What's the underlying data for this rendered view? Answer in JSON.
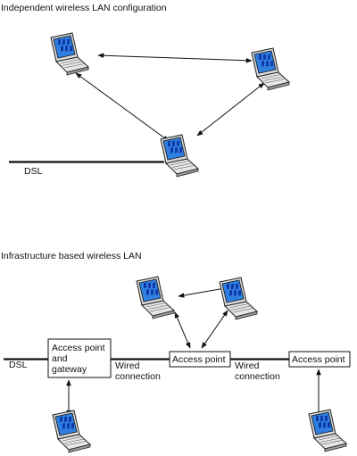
{
  "diagram_top": {
    "title": "Independent wireless LAN configuration",
    "dsl_label": "DSL"
  },
  "diagram_bottom": {
    "title": "Infrastructure based wireless LAN",
    "dsl_label": "DSL",
    "gateway_label_lines": [
      "Access point",
      "and",
      "gateway"
    ],
    "access_point_1": "Access point",
    "access_point_2": "Access point",
    "wired_1_lines": [
      "Wired",
      "connection"
    ],
    "wired_2_lines": [
      "Wired",
      "connection"
    ]
  },
  "icons": {
    "laptop": "laptop-icon"
  },
  "colors": {
    "screen": "#2f7fe0",
    "screen_tile": "#0f3aa8",
    "body": "#d9d9d9",
    "line": "#111111"
  }
}
